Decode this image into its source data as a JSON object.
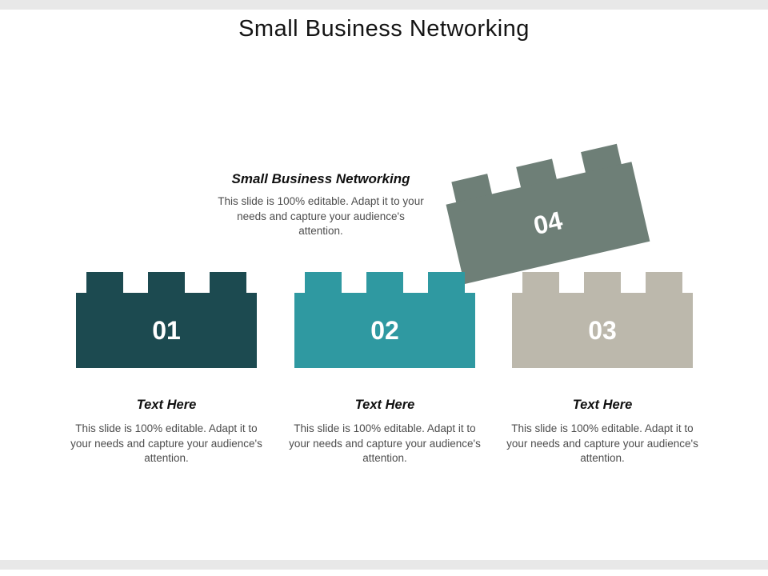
{
  "slide": {
    "title": "Small Business Networking"
  },
  "intro": {
    "heading": "Small Business Networking",
    "description": "This slide is 100% editable. Adapt it to your needs and capture your audience's attention."
  },
  "bricks": [
    {
      "number": "01",
      "color": "#1c4a50"
    },
    {
      "number": "02",
      "color": "#2f99a1"
    },
    {
      "number": "03",
      "color": "#bcb8ac"
    },
    {
      "number": "04",
      "color": "#6e7f77"
    }
  ],
  "steps": [
    {
      "label": "Text Here",
      "description": "This slide is 100% editable. Adapt it to your needs and capture your audience's attention."
    },
    {
      "label": "Text Here",
      "description": "This slide is 100% editable. Adapt it to your needs and capture your audience's attention."
    },
    {
      "label": "Text Here",
      "description": "This slide is 100% editable. Adapt it to your needs and capture your audience's attention."
    }
  ],
  "colors": {
    "strip": "#e8e8e8",
    "body_text": "#4d4d4d"
  }
}
